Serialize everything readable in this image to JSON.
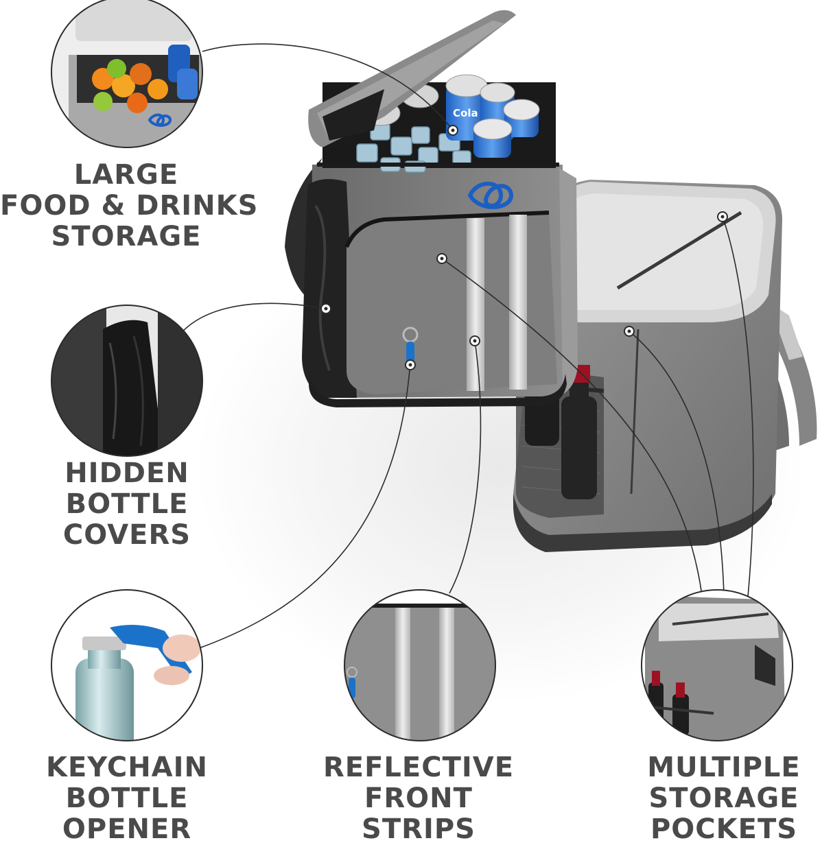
{
  "features": [
    {
      "id": "food",
      "lines": [
        "LARGE",
        "FOOD & DRINKS",
        "STORAGE"
      ]
    },
    {
      "id": "hidden",
      "lines": [
        "HIDDEN",
        "BOTTLE",
        "COVERS"
      ]
    },
    {
      "id": "key",
      "lines": [
        "KEYCHAIN",
        "BOTTLE",
        "OPENER"
      ]
    },
    {
      "id": "reflect",
      "lines": [
        "REFLECTIVE",
        "FRONT",
        "STRIPS"
      ]
    },
    {
      "id": "multi",
      "lines": [
        "MULTIPLE",
        "STORAGE",
        "POCKETS"
      ]
    }
  ],
  "brand": {
    "cola_label": "Cola",
    "logo_color": "#1b5fc4"
  },
  "colors": {
    "label_text": "#4a4a4a",
    "bag_gray": "#7d7d7d",
    "bag_dark": "#2b2b2b",
    "reflective_strip": "#cfcfcf",
    "wine_red": "#9c1222"
  }
}
